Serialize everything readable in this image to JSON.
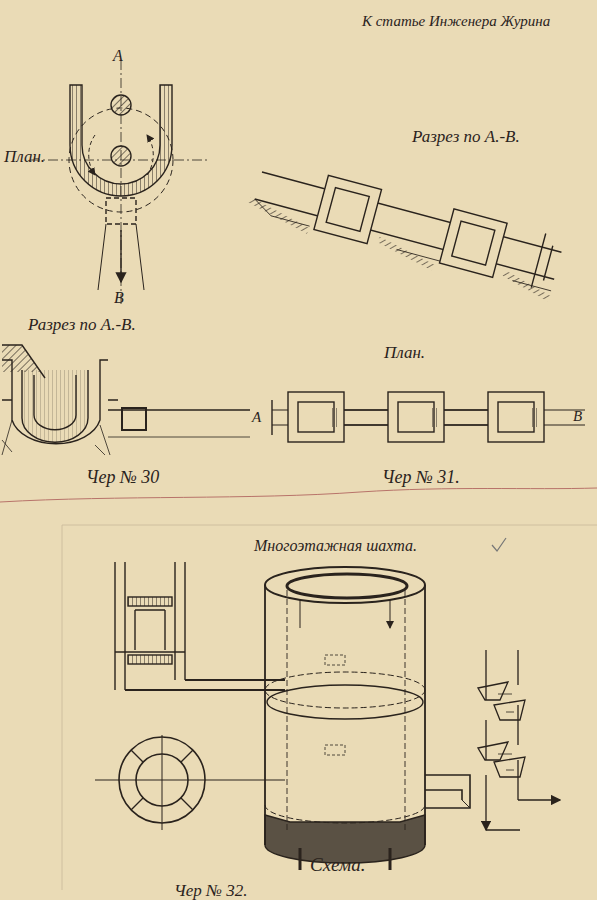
{
  "diagram": {
    "labels": [
      "К статье Инженера Журина",
      "План.",
      "А",
      "В",
      "Разрез по А.-В.",
      "Разрез по А.-В.",
      "План.",
      "А",
      "В",
      "Чер № 30",
      "Чер № 31.",
      "Многоэтажная шахта.",
      "Схема.",
      "Чер № 32."
    ]
  }
}
